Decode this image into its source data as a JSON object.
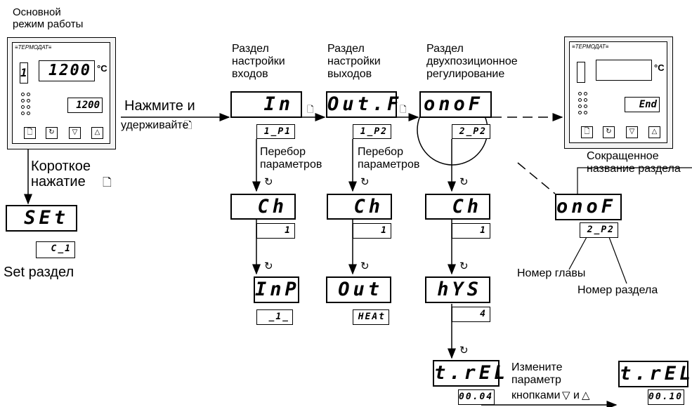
{
  "labels": {
    "main_mode": "Основной\nрежим работы",
    "press_hold": "Нажмите и",
    "press_hold2": "удерживайте",
    "short_press": "Короткое\nнажатие",
    "set_section": "Set раздел",
    "section_inputs": "Раздел\nнастройки\nвходов",
    "section_outputs": "Раздел\nнастройки\nвыходов",
    "section_onof": "Раздел\nдвухпозиционное\nрегулирование",
    "params_scan_1": "Перебор\nпараметров",
    "params_scan_2": "Перебор\nпараметров",
    "short_name": "Сокращенное\nназвание раздела",
    "chapter_no": "Номер главы",
    "section_no": "Номер раздела",
    "change_param": "Измените\nпараметр",
    "buttons_label": "кнопками",
    "and": "и"
  },
  "device_left": {
    "brand": "≡ТЕРМОДАТ≡",
    "main_value": "1200",
    "unit": "°C",
    "second_value": "1200",
    "digit": "1"
  },
  "device_right": {
    "brand": "≡ТЕРМОДАТ≡",
    "unit": "°C",
    "second_value": "End"
  },
  "set_branch": {
    "code": "SEt",
    "sub": "C_1"
  },
  "inputs": {
    "code": "In",
    "sub": "1_P1",
    "p1": "Ch",
    "v1": "1",
    "p2": "InP",
    "v2": "_1_"
  },
  "outputs": {
    "code": "Out.F",
    "sub": "1_P2",
    "p1": "Ch",
    "v1": "1",
    "p2": "Out",
    "v2": "HEAt"
  },
  "onof": {
    "code": "onoF",
    "sub": "2_P2",
    "p1": "Ch",
    "v1": "1",
    "p2": "hYS",
    "v2": "4",
    "p3": "t.rEL",
    "v3": "00.04"
  },
  "legend": {
    "code": "onoF",
    "sub": "2_P2"
  },
  "result": {
    "code": "t.rEL",
    "value": "00.10"
  },
  "icons": {
    "page": "page-icon",
    "cycle": "cycle-icon",
    "down": "down-triangle-icon",
    "up": "up-triangle-icon"
  }
}
